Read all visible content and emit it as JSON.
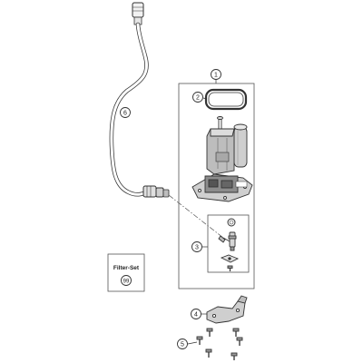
{
  "callouts": {
    "c1": "1",
    "c2": "2",
    "c3": "3",
    "c4": "4",
    "c5": "5",
    "c6": "6"
  },
  "filter_set_box": {
    "title": "Filter-Set",
    "number": "99"
  }
}
